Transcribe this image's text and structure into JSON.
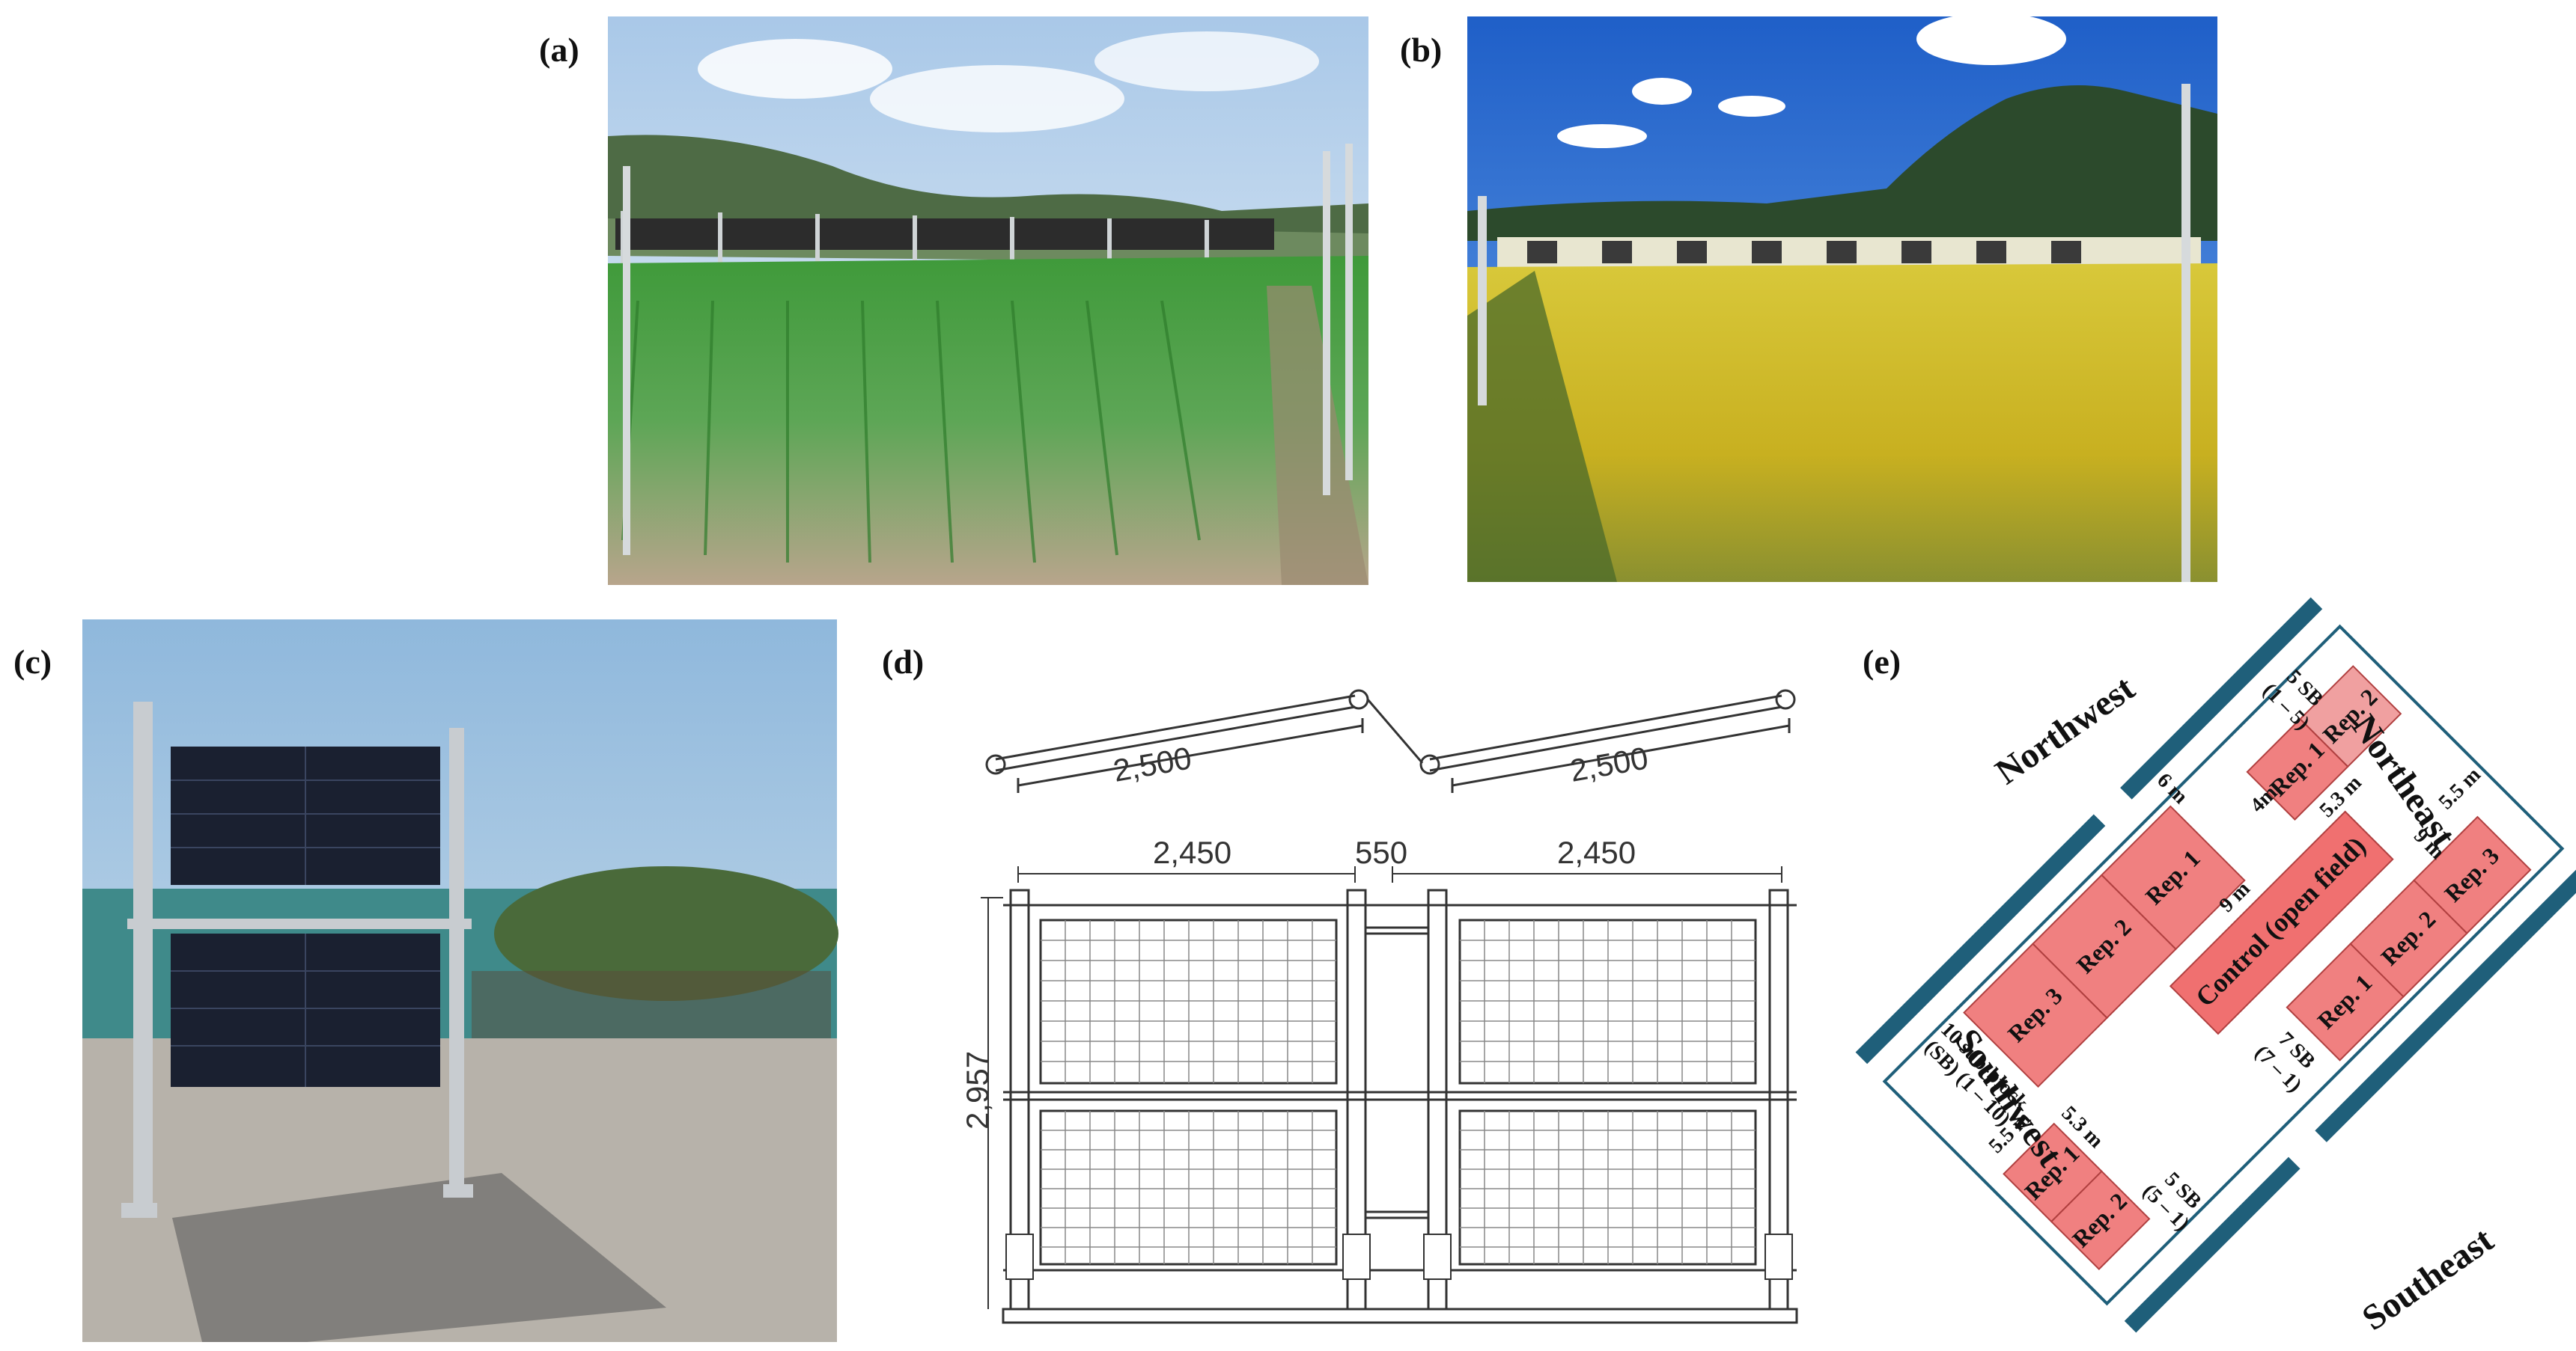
{
  "panels": {
    "a": {
      "label": "(a)"
    },
    "b": {
      "label": "(b)"
    },
    "c": {
      "label": "(c)"
    },
    "d": {
      "label": "(d)",
      "tilt_width_left": "2,500",
      "tilt_width_right": "2,500",
      "module_width_left": "2,450",
      "gap": "550",
      "module_width_right": "2,450",
      "height": "2,957"
    },
    "e": {
      "label": "(e)",
      "directions": {
        "nw": "Northwest",
        "ne": "Northeast",
        "sw": "Southwest",
        "se": "Southeast"
      },
      "control": "Control (open field)",
      "reps": {
        "nw1": "Rep. 1",
        "nw2": "Rep. 2",
        "ne3": "Rep. 3",
        "ne2": "Rep. 2",
        "ne1": "Rep. 1",
        "sw1": "Rep. 1",
        "sw2": "Rep. 2",
        "sw3": "Rep. 3",
        "se2": "Rep. 2",
        "se1": "Rep. 1"
      },
      "dims": {
        "nw_width": "4m",
        "nw_len": "5.3 m",
        "ne_len": "5.5 m",
        "ne_width": "9 m",
        "sw_width": "6 m",
        "sw_len": "9 m",
        "se_len": "5.3 m",
        "se_width": "5.5 m"
      },
      "subblocks": {
        "nw_sb": "5 SB",
        "nw_range": "(1 – 5)",
        "ne_sb": "7 SB",
        "ne_range": "(7 – 1)",
        "se_sb": "5 SB",
        "se_range": "(5 – 1)",
        "sw_sb": "10 sub-block",
        "sw_range": "(SB) (1 – 10)"
      }
    }
  },
  "colors": {
    "rep_fill": "#f08080",
    "border_blue": "#1f5f7a",
    "control_fill": "#f07070"
  }
}
